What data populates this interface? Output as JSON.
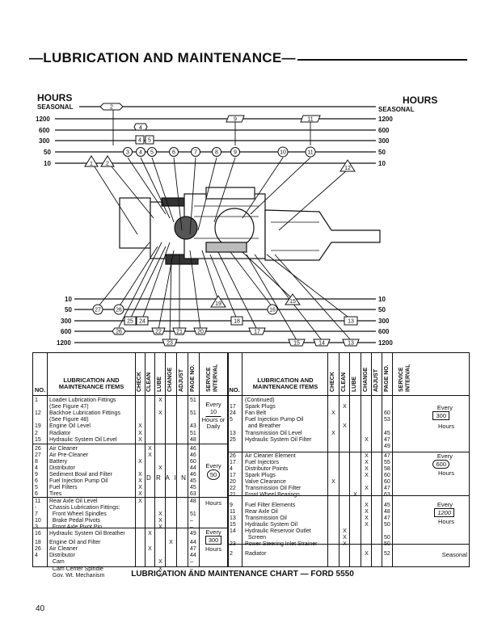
{
  "page": {
    "title": "—LUBRICATION AND MAINTENANCE—",
    "page_number": "40",
    "chart_caption": "LUBRICATION AND MAINTENANCE CHART — FORD 5550"
  },
  "diagram": {
    "hours_label": "HOURS",
    "seasonal_label": "SEASONAL",
    "upper_scale": [
      "1200",
      "600",
      "300",
      "50",
      "10"
    ],
    "lower_scale": [
      "10",
      "50",
      "300",
      "600",
      "1200"
    ],
    "upper_callouts": [
      "2",
      "9",
      "11",
      "4",
      "4",
      "5",
      "3",
      "4",
      "5",
      "6",
      "7",
      "8",
      "9",
      "10",
      "11",
      "1",
      "2",
      "12"
    ],
    "lower_callouts": [
      "19",
      "16",
      "15",
      "18",
      "17",
      "27",
      "26",
      "25",
      "24",
      "26",
      "22",
      "21",
      "20",
      "23",
      "15",
      "14",
      "13",
      "13"
    ]
  },
  "chart": {
    "headers": {
      "no": "NO.",
      "items": "LUBRICATION AND MAINTENANCE ITEMS",
      "check": "CHECK",
      "clean": "CLEAN",
      "lube": "LUBE",
      "change": "CHANGE",
      "adjust": "ADJUST",
      "page_no": "PAGE NO.",
      "service_interval": "SERVICE INTERVAL"
    },
    "left_rows": [
      {
        "no": "1",
        "item": "Loader Lubrication Fittings",
        "lube": "X",
        "page": "51"
      },
      {
        "no": "",
        "item": "(See Figure 47)"
      },
      {
        "no": "12",
        "item": "Backhoe Lubrication Fittings",
        "lube": "X",
        "page": "51"
      },
      {
        "no": "",
        "item": "(See Figure 48)"
      },
      {
        "no": "19",
        "item": "Engine Oil Level",
        "check": "X",
        "page": "43"
      },
      {
        "no": "2",
        "item": "Radiator",
        "check": "X",
        "page": "51"
      },
      {
        "no": "15",
        "item": "Hydraulic System Oil Level",
        "check": "X",
        "page": "48"
      },
      {
        "no": "26",
        "item": "Air Cleaner",
        "clean": "X",
        "page": "46"
      },
      {
        "no": "27",
        "item": "Air Pre-Cleaner",
        "clean": "X",
        "page": "46"
      },
      {
        "no": "8",
        "item": "Battery",
        "check": "X",
        "page": "60"
      },
      {
        "no": "4",
        "item": "Distributor",
        "lube": "X",
        "page": "44"
      },
      {
        "no": "9",
        "item": "Sediment Bowl and Filter",
        "check": "X",
        "page": "46"
      },
      {
        "no": "6",
        "item": "Fuel Injection Pump Oil",
        "check": "X",
        "page": "45"
      },
      {
        "no": "5",
        "item": "Fuel Filters",
        "check": "X",
        "page": "45"
      },
      {
        "no": "6",
        "item": "Tires",
        "check": "X",
        "page": "63"
      },
      {
        "no": "11",
        "item": "Rear Axle Oil Level",
        "check": "X",
        "page": "48"
      },
      {
        "no": "-",
        "item": "Chassis Lubrication Fittings:"
      },
      {
        "no": "7",
        "item": "  Front Wheel Spindles",
        "lube": "X",
        "page": "51"
      },
      {
        "no": "10",
        "item": "  Brake Pedal Pivots",
        "lube": "X",
        "page": "–"
      },
      {
        "no": "3",
        "item": "  Front Axle Pivot Pin",
        "lube": "X",
        "page": "–"
      },
      {
        "no": "16",
        "item": "Hydraulic System Oil Breather",
        "clean": "X",
        "page": "49"
      },
      {
        "no": "18",
        "item": "Engine Oil and Filter",
        "change": "X",
        "page": "44"
      },
      {
        "no": "26",
        "item": "Air Cleaner",
        "clean": "X",
        "page": "47"
      },
      {
        "no": "4",
        "item": "Distributor",
        "page": "44"
      },
      {
        "no": "",
        "item": "  Cam",
        "lube": "X",
        "page": "–"
      },
      {
        "no": "",
        "item": "  Cam Center Spindle",
        "lube": "X",
        "page": "–"
      },
      {
        "no": "",
        "item": "  Gov. Wt. Mechanism",
        "lube": "X",
        "page": "–"
      }
    ],
    "right_rows": [
      {
        "no": "",
        "item": "(Continued)"
      },
      {
        "no": "17",
        "item": "Spark Plugs",
        "clean": "X"
      },
      {
        "no": "24",
        "item": "Fan Belt",
        "check": "X",
        "page": "60"
      },
      {
        "no": "5",
        "item": "Fuel Injection Pump Oil",
        "page": "53"
      },
      {
        "no": "",
        "item": "  and Breather",
        "clean": "X"
      },
      {
        "no": "13",
        "item": "Transmission Oil Level",
        "check": "X",
        "page": "45"
      },
      {
        "no": "25",
        "item": "Hydraulic System Oil Filter",
        "change": "X",
        "page": "47"
      },
      {
        "no": "",
        "item": "",
        "page": "49"
      },
      {
        "no": "26",
        "item": "Air Cleaner Element",
        "change": "X",
        "page": "47"
      },
      {
        "no": "17",
        "item": "Fuel Injectors",
        "change": "X",
        "page": "55"
      },
      {
        "no": "4",
        "item": "Distributor Points",
        "change": "X",
        "page": "58"
      },
      {
        "no": "17",
        "item": "Spark Plugs",
        "change": "X",
        "page": "60"
      },
      {
        "no": "20",
        "item": "Valve Clearance",
        "check": "X",
        "page": "60"
      },
      {
        "no": "22",
        "item": "Transmission Oil Filter",
        "change": "X",
        "page": "47"
      },
      {
        "no": "21",
        "item": "Front Wheel Bearings",
        "lube": "X",
        "page": "63"
      },
      {
        "no": "9",
        "item": "Fuel Filter Elements",
        "change": "X",
        "page": "45"
      },
      {
        "no": "11",
        "item": "Rear Axle Oil",
        "change": "X",
        "page": "48"
      },
      {
        "no": "13",
        "item": "Transmission Oil",
        "change": "X",
        "page": "47"
      },
      {
        "no": "15",
        "item": "Hydraulic System Oil",
        "change": "X",
        "page": "50"
      },
      {
        "no": "14",
        "item": "Hydraulic Reservoir Outlet",
        "clean": "X"
      },
      {
        "no": "",
        "item": "  Screen",
        "clean": "X",
        "page": "50"
      },
      {
        "no": "23",
        "item": "Power Steering Inlet Strainer",
        "clean": "X",
        "page": "50"
      },
      {
        "no": "2",
        "item": "Radiator",
        "change": "X",
        "page": "52"
      }
    ],
    "intervals": {
      "every_10": [
        "Every",
        "10",
        "Hours or",
        "Daily"
      ],
      "drain": "D R A I N",
      "every_50": [
        "Every",
        "50",
        "Hours"
      ],
      "every_300_left": [
        "Every",
        "300",
        "Hours"
      ],
      "every_300_right": [
        "Every",
        "300",
        "Hours"
      ],
      "every_600": [
        "Every",
        "600",
        "Hours"
      ],
      "every_1200": [
        "Every",
        "1200",
        "Hours"
      ],
      "seasonal": "Seasonal"
    }
  }
}
